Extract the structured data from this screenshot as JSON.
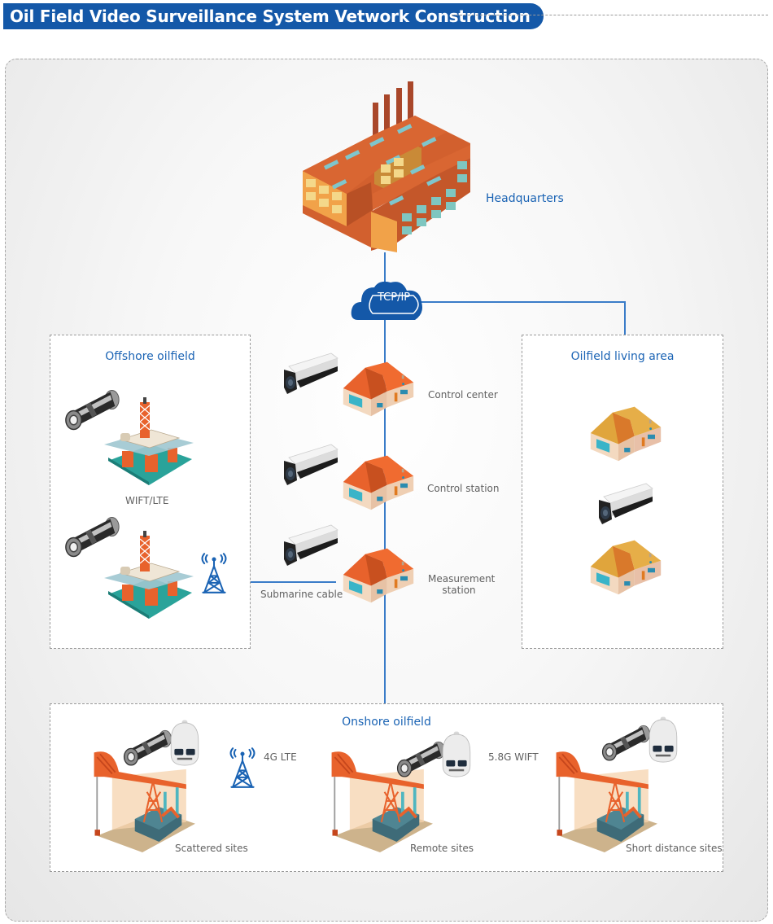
{
  "title": "Oil Field Video Surveillance System Vetwork Construction",
  "headquarters": {
    "label": "Headquarters"
  },
  "network": {
    "cloud_label": "TCP/IP"
  },
  "offshore": {
    "title": "Offshore oilfield",
    "link_label": "WIFT/LTE",
    "cable_label": "Submarine cable"
  },
  "stations": [
    {
      "label": "Control center"
    },
    {
      "label": "Control station"
    },
    {
      "label_line1": "Measurement",
      "label_line2": "station"
    }
  ],
  "living_area": {
    "title": "Oilfield living area"
  },
  "onshore": {
    "title": "Onshore oilfield",
    "sites": [
      {
        "label": "Scattered sites",
        "link_label": "4G LTE"
      },
      {
        "label": "Remote sites",
        "link_label": "5.8G WIFT"
      },
      {
        "label": "Short distance sites"
      }
    ]
  },
  "colors": {
    "brand_blue": "#1458a8",
    "link_blue": "#3a7cc8",
    "title_blue": "#1a63b4",
    "roof_orange": "#e8622c",
    "roof_gold": "#e2a63f"
  }
}
